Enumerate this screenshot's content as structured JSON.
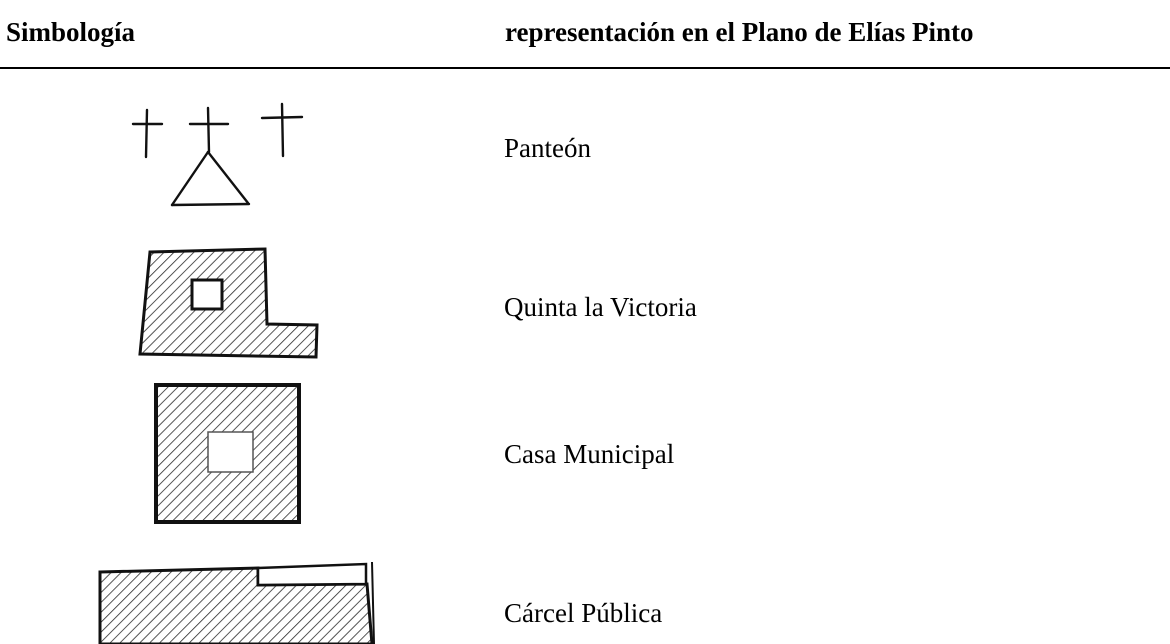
{
  "table": {
    "headers": {
      "symbol": "Simbología",
      "representation": "representación en el Plano de Elías Pinto"
    },
    "rows": [
      {
        "symbol_icon": "cemetery-crosses-triangle-icon",
        "label": "Panteón"
      },
      {
        "symbol_icon": "hatched-l-shape-square-icon",
        "label": "Quinta la Victoria"
      },
      {
        "symbol_icon": "hatched-square-with-hole-icon",
        "label": "Casa Municipal"
      },
      {
        "symbol_icon": "hatched-rectangle-notch-icon",
        "label": "Cárcel Pública"
      }
    ]
  }
}
